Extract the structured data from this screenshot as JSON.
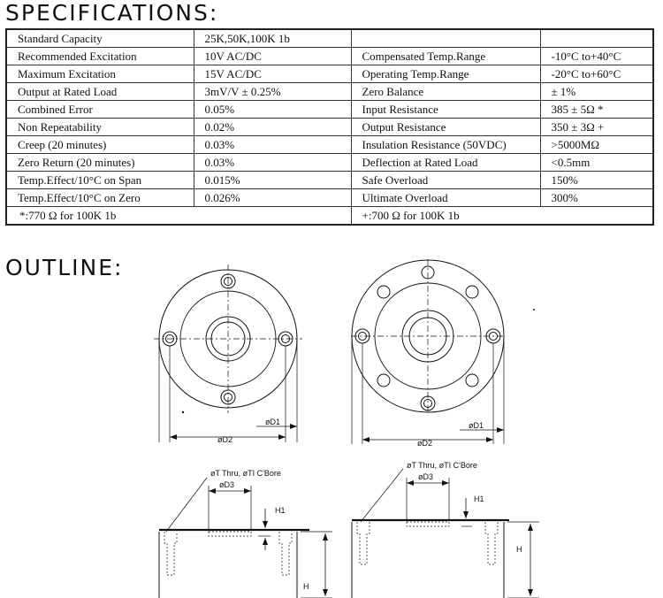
{
  "specifications": {
    "title": "SPECIFICATIONS:",
    "rows": [
      {
        "k1": "Standard Capacity",
        "v1": "25K,50K,100K 1b",
        "k2": "",
        "v2": ""
      },
      {
        "k1": "Recommended Excitation",
        "v1": "10V AC/DC",
        "k2": "Compensated Temp.Range",
        "v2": "-10°C to+40°C"
      },
      {
        "k1": "Maximum Excitation",
        "v1": "15V AC/DC",
        "k2": "Operating Temp.Range",
        "v2": "-20°C to+60°C"
      },
      {
        "k1": "Output at Rated Load",
        "v1": "3mV/V ± 0.25%",
        "k2": "Zero Balance",
        "v2": "± 1%"
      },
      {
        "k1": "Combined Error",
        "v1": "0.05%",
        "k2": "Input Resistance",
        "v2": "385 ± 5Ω *"
      },
      {
        "k1": "Non Repeatability",
        "v1": "0.02%",
        "k2": "Output Resistance",
        "v2": "350 ± 3Ω +"
      },
      {
        "k1": "Creep (20 minutes)",
        "v1": "0.03%",
        "k2": "Insulation Resistance (50VDC)",
        "v2": ">5000MΩ"
      },
      {
        "k1": "Zero Return (20 minutes)",
        "v1": "0.03%",
        "k2": "Deflection at Rated Load",
        "v2": "<0.5mm"
      },
      {
        "k1": "Temp.Effect/10°C on Span",
        "v1": "0.015%",
        "k2": "Safe Overload",
        "v2": "150%"
      },
      {
        "k1": "Temp.Effect/10°C on Zero",
        "v1": "0.026%",
        "k2": "Ultimate Overload",
        "v2": "300%"
      }
    ],
    "footnote_left": "*:770 Ω for 100K 1b",
    "footnote_right": "+:700 Ω for 100K 1b"
  },
  "outline": {
    "title": "OUTLINE:",
    "labels": {
      "d1": "øD1",
      "d2": "øD2",
      "d3": "øD3",
      "thru": "øT Thru, øTI C'Bore",
      "h1": "H1",
      "h": "H"
    }
  }
}
